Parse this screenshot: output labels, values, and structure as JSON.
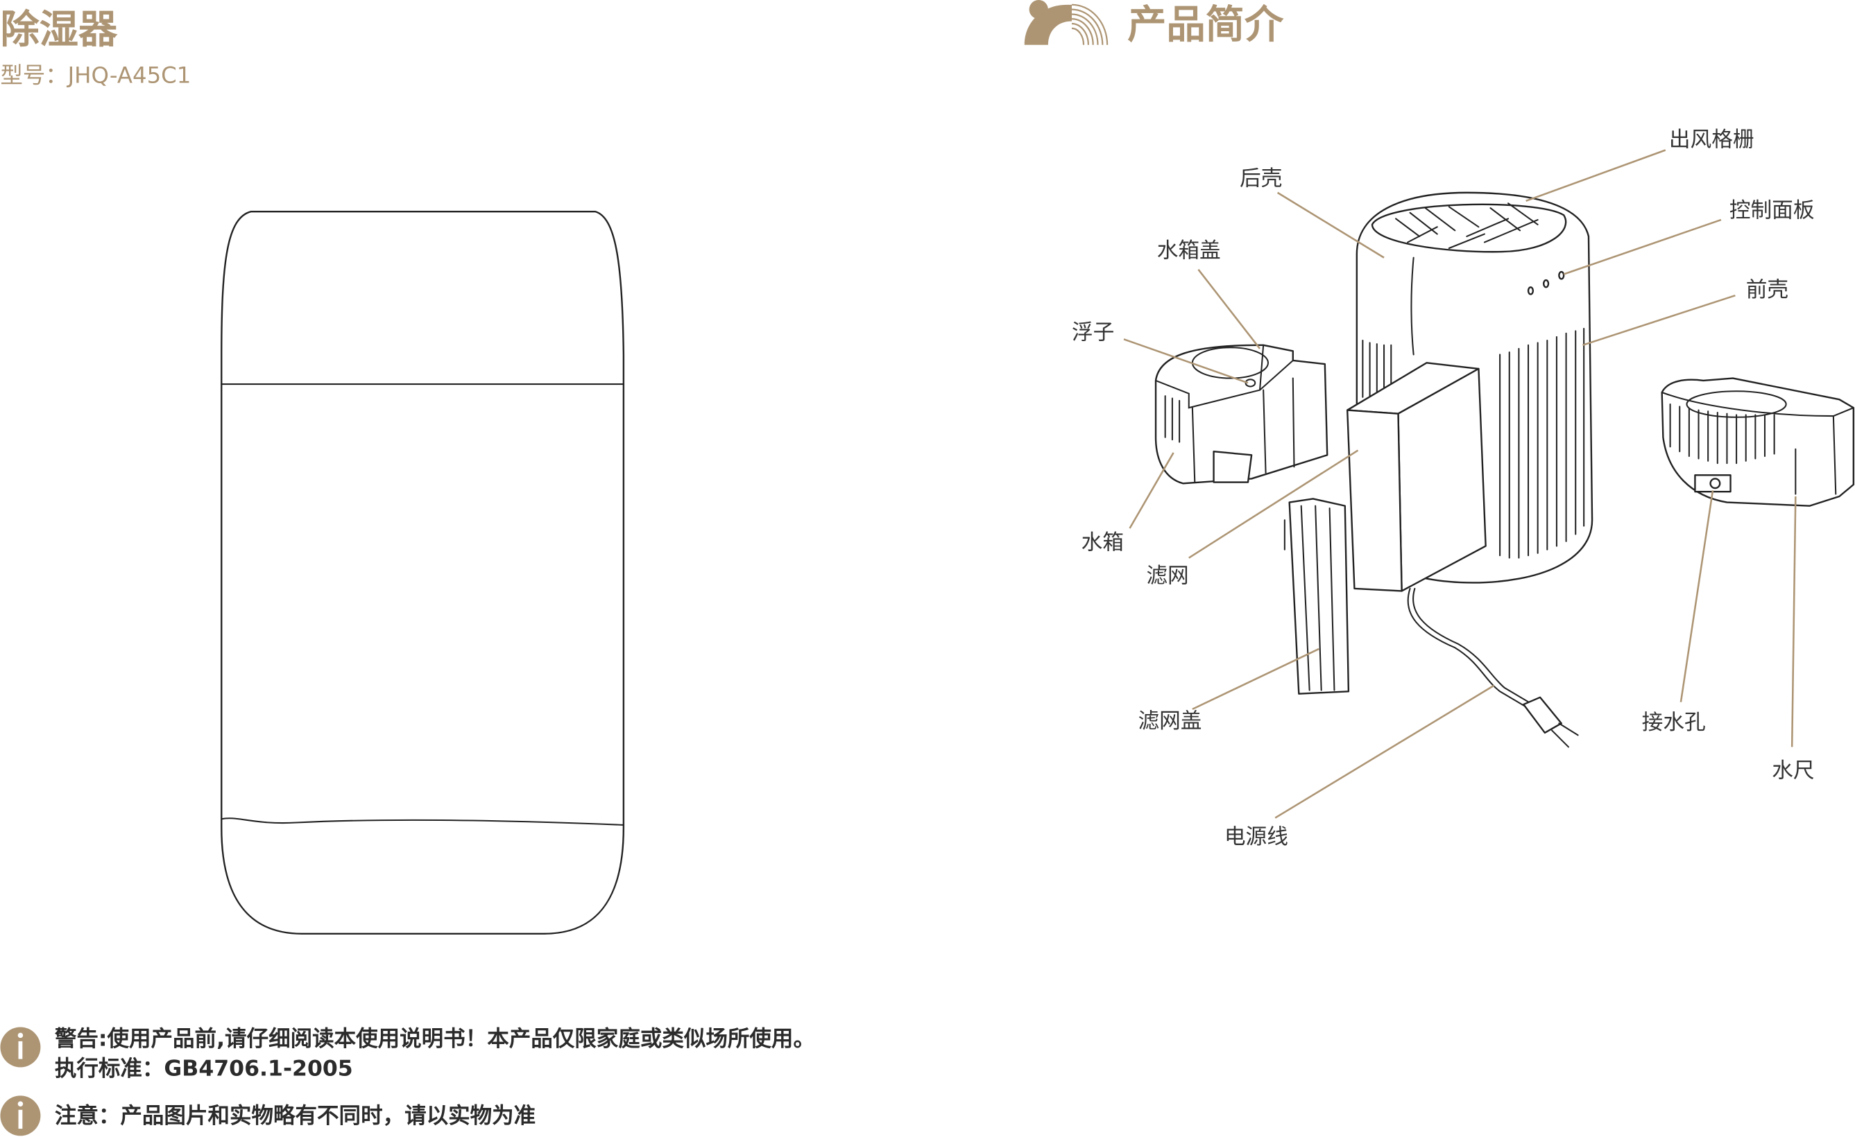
{
  "header": {
    "product_name": "除湿器",
    "model_label": "型号：JHQ-A45C1"
  },
  "section": {
    "title": "产品简介",
    "logo_icon": "bear-rainbow-logo"
  },
  "diagram": {
    "labels": {
      "outlet_grille": "出风格栅",
      "rear_shell": "后壳",
      "control_panel": "控制面板",
      "tank_lid": "水箱盖",
      "front_shell": "前壳",
      "float": "浮子",
      "water_tank": "水箱",
      "filter": "滤网",
      "filter_cover": "滤网盖",
      "drain_hole": "接水孔",
      "water_gauge": "水尺",
      "power_cord": "电源线"
    }
  },
  "notices": {
    "warning_line1": "警告:使用产品前,请仔细阅读本使用说明书！本产品仅限家庭或类似场所使用。",
    "warning_line2": "执行标准：GB4706.1-2005",
    "note": "注意：产品图片和实物略有不同时，请以实物为准",
    "info_icon": "info-icon"
  },
  "colors": {
    "accent": "#ad9574",
    "text": "#2b2b2b"
  }
}
